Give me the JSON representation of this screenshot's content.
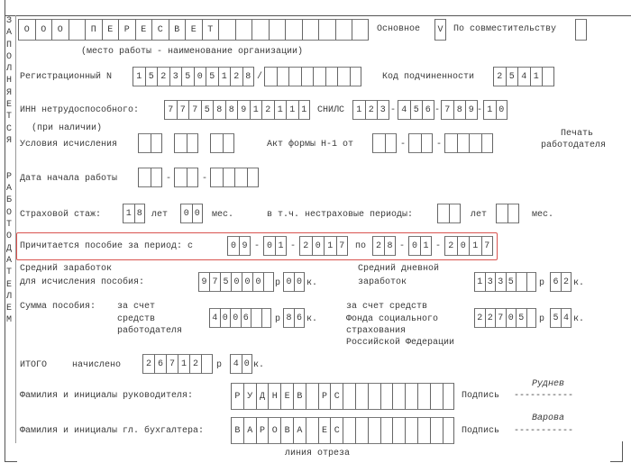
{
  "side_label": [
    "З",
    "А",
    "П",
    "О",
    "Л",
    "Н",
    "Я",
    "Е",
    "Т",
    "С",
    "Я",
    "",
    "",
    "Р",
    "А",
    "Б",
    "О",
    "Т",
    "О",
    "Д",
    "А",
    "Т",
    "Е",
    "Л",
    "Е",
    "М"
  ],
  "org": {
    "name_cells": "ООО ПЕРЕСВЕТ",
    "main_label": "Основное",
    "main_mark": "V",
    "parttime_label": "По совместительству",
    "parttime_mark": "",
    "caption": "(место работы - наименование организации)"
  },
  "registration": {
    "label": "Регистрационный N",
    "number": "1523505128",
    "slash": "/",
    "suffix": "",
    "subordination_label": "Код подчиненности",
    "subordination_code": "2541"
  },
  "inn": {
    "label": "ИНН нетрудоспособного:",
    "note": "(при наличии)",
    "value": "777588912111",
    "snils_label": "СНИЛС",
    "snils": [
      "123",
      "456",
      "789",
      "10"
    ],
    "dash": "-"
  },
  "stamp": {
    "line1": "Печать",
    "line2": "работодателя"
  },
  "conditions": {
    "label": "Условия исчисления",
    "codes": [
      "",
      "",
      ""
    ],
    "act_label": "Акт формы Н-1 от",
    "act_date": [
      "",
      "",
      ""
    ]
  },
  "start_date": {
    "label": "Дата начала работы",
    "date": [
      "",
      "",
      ""
    ]
  },
  "experience": {
    "label": "Страховой стаж:",
    "years": "18",
    "years_label": "лет",
    "months": "00",
    "months_label": "мес.",
    "noninsured_label": "в т.ч. нестраховые периоды:",
    "ni_years": "",
    "ni_years_label": "лет",
    "ni_months": "",
    "ni_months_label": "мес."
  },
  "period": {
    "label": "Причитается пособие за период: с",
    "from": [
      "09",
      "01",
      "2017"
    ],
    "to_label": "по",
    "to": [
      "28",
      "01",
      "2017"
    ],
    "highlight_color": "#d9534f"
  },
  "avg_earnings": {
    "label1": "Средний заработок",
    "label2": "для исчисления пособия:",
    "rub": "975000",
    "rub_label": "р",
    "kop": "00",
    "kop_label": "к.",
    "daily_label1": "Средний дневной",
    "daily_label2": "заработок",
    "daily_rub": "1335",
    "daily_kop": "62"
  },
  "benefit": {
    "label": "Сумма пособия:",
    "employer_label": [
      "за счет",
      "средств",
      "работодателя"
    ],
    "employer_rub": "4006",
    "employer_kop": "86",
    "fss_label": [
      "за счет средств",
      "Фонда социального",
      "страхования",
      "Российской Федерации"
    ],
    "fss_rub": "22705",
    "fss_kop": "54"
  },
  "total": {
    "label": "ИТОГО",
    "accrued_label": "начислено",
    "rub": "26712",
    "kop": "40"
  },
  "head": {
    "label": "Фамилия и инициалы руководителя:",
    "name": "РУДНЕВ РС",
    "sign_label": "Подпись",
    "sign_line": "-----------",
    "signature": "Руднев"
  },
  "accountant": {
    "label": "Фамилия и инициалы гл. бухгалтера:",
    "name": "ВАРОВА ЕС",
    "sign_label": "Подпись",
    "sign_line": "-----------",
    "signature": "Варова"
  },
  "cut_line": "линия отреза"
}
